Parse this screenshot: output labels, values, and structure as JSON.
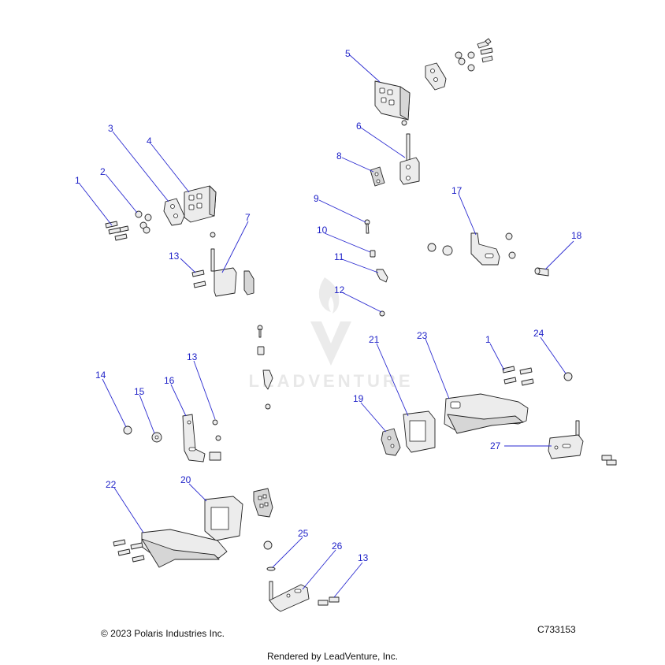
{
  "diagram": {
    "callouts": [
      "1",
      "2",
      "3",
      "4",
      "5",
      "6",
      "7",
      "8",
      "9",
      "10",
      "11",
      "12",
      "13",
      "14",
      "15",
      "16",
      "17",
      "18",
      "19",
      "20",
      "21",
      "22",
      "23",
      "24",
      "25",
      "26",
      "27"
    ],
    "watermark": "LEADVENTURE"
  },
  "footer": {
    "copyright": "© 2023 Polaris Industries Inc.",
    "figure_id": "C733153",
    "rendered_by": "Rendered by LeadVenture, Inc."
  },
  "colors": {
    "callout": "#1f22c8",
    "line": "#222222",
    "part_fill": "#ececec"
  }
}
